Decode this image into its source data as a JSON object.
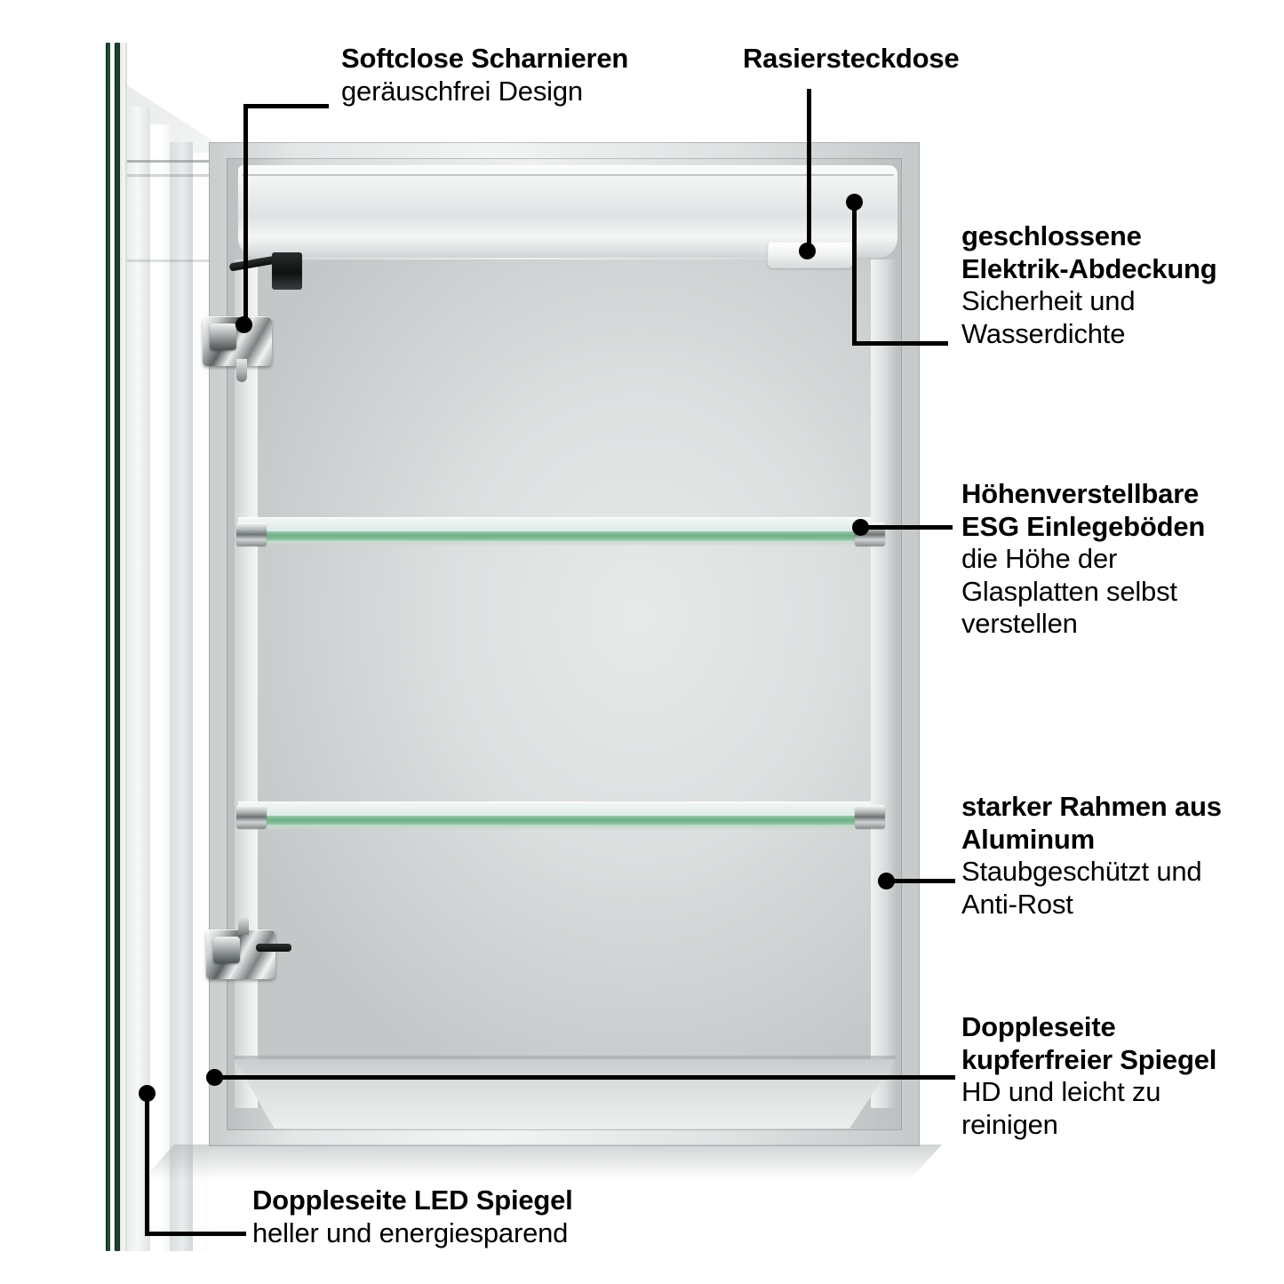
{
  "diagram": {
    "language": "de",
    "product": "LED Spiegelschrank",
    "background_color": "#ffffff",
    "line_color": "#000000",
    "accent_glass_color": "#6fae85",
    "mirror_edge_color": "#17422c"
  },
  "callouts": [
    {
      "id": "softclose-hinges",
      "title": "Softclose Scharnieren",
      "subtitle": "geräuschfrei Design",
      "target": "hinge-upper",
      "position": "top-left"
    },
    {
      "id": "shaver-socket",
      "title": "Rasiersteckdose",
      "subtitle": "",
      "target": "socket",
      "position": "top-right"
    },
    {
      "id": "electric-cover",
      "title_line1": "geschlossene",
      "title_line2": "Elektrik-Abdeckung",
      "subtitle_line1": "Sicherheit und",
      "subtitle_line2": "Wasserdichte",
      "target": "electric-cover-strip",
      "position": "right"
    },
    {
      "id": "adjustable-shelves",
      "title_line1": "Höhenverstellbare",
      "title_line2": "ESG Einlegeböden",
      "subtitle_line1": "die Höhe der",
      "subtitle_line2": "Glasplatten selbst",
      "subtitle_line3": "verstellen",
      "target": "shelf-upper",
      "position": "right"
    },
    {
      "id": "aluminium-frame",
      "title_line1": "starker Rahmen aus",
      "title_line2": "Aluminum",
      "subtitle_line1": "Staubgeschützt und",
      "subtitle_line2": "Anti-Rost",
      "target": "cabinet-frame",
      "position": "right"
    },
    {
      "id": "copper-free-mirror",
      "title_line1": "Doppleseite",
      "title_line2": "kupferfreier Spiegel",
      "subtitle_line1": "HD und leicht zu",
      "subtitle_line2": "reinigen",
      "target": "mirror-back",
      "position": "right"
    },
    {
      "id": "led-mirror",
      "title": "Doppleseite LED Spiegel",
      "subtitle": "heller und energiesparend",
      "target": "door-mirror",
      "position": "bottom-left"
    }
  ],
  "parts": {
    "hinge_upper": "Softclose-Scharnier oben",
    "hinge_lower": "Softclose-Scharnier unten",
    "socket": "Rasiersteckdose",
    "electric_cover": "Elektrik-Abdeckung",
    "shelf_upper": "ESG Einlegeboden oben",
    "shelf_lower": "ESG Einlegeboden unten",
    "frame": "Aluminiumrahmen",
    "door": "Doppelseitiger LED Spiegel"
  }
}
